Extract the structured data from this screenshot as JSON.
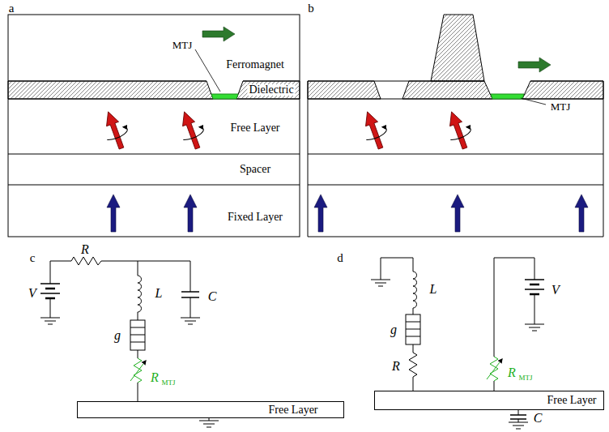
{
  "diagram": {
    "nodes": [
      {
        "text": [
          "Ferromagnet"
        ]
      },
      {
        "text": [
          "Dielectric"
        ]
      },
      {
        "text": [
          "Free Layer"
        ]
      },
      {
        "text": [
          "Spacer"
        ]
      },
      {
        "text": [
          "Fixed Layer"
        ]
      },
      {
        "text": [
          "Free Layer"
        ]
      },
      {
        "text": [
          "Free Layer"
        ]
      }
    ],
    "labels": [
      "a",
      "b",
      "MTJ",
      "MTJ",
      "c",
      "V",
      "R",
      "L",
      "C",
      "g",
      "R",
      "MTJ",
      "d",
      "L",
      "V",
      "g",
      "R",
      "R",
      "MTJ",
      "C"
    ]
  }
}
